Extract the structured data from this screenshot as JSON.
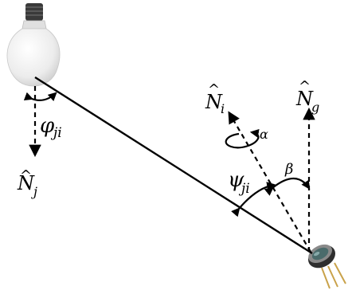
{
  "diagram": {
    "labels": {
      "n_j": {
        "symbol": "N",
        "hat": "^",
        "subscript": "j"
      },
      "n_i": {
        "symbol": "N",
        "hat": "^",
        "subscript": "i"
      },
      "n_g": {
        "symbol": "N",
        "hat": "^",
        "subscript": "g"
      },
      "phi": {
        "symbol": "φ",
        "subscript": "ji"
      },
      "psi": {
        "symbol": "ψ",
        "subscript": "ji"
      },
      "alpha": {
        "symbol": "α"
      },
      "beta": {
        "symbol": "β"
      }
    },
    "icons": {
      "source": "light-bulb-icon",
      "receiver": "photodiode-sensor-icon"
    },
    "colors": {
      "ink": "#000000",
      "bulb_glass": "#ececec",
      "bulb_base": "#3a3a3a",
      "sensor_body": "#2e2e2e",
      "sensor_window": "#4a6b6b",
      "sensor_pins": "#c9a24a"
    }
  }
}
